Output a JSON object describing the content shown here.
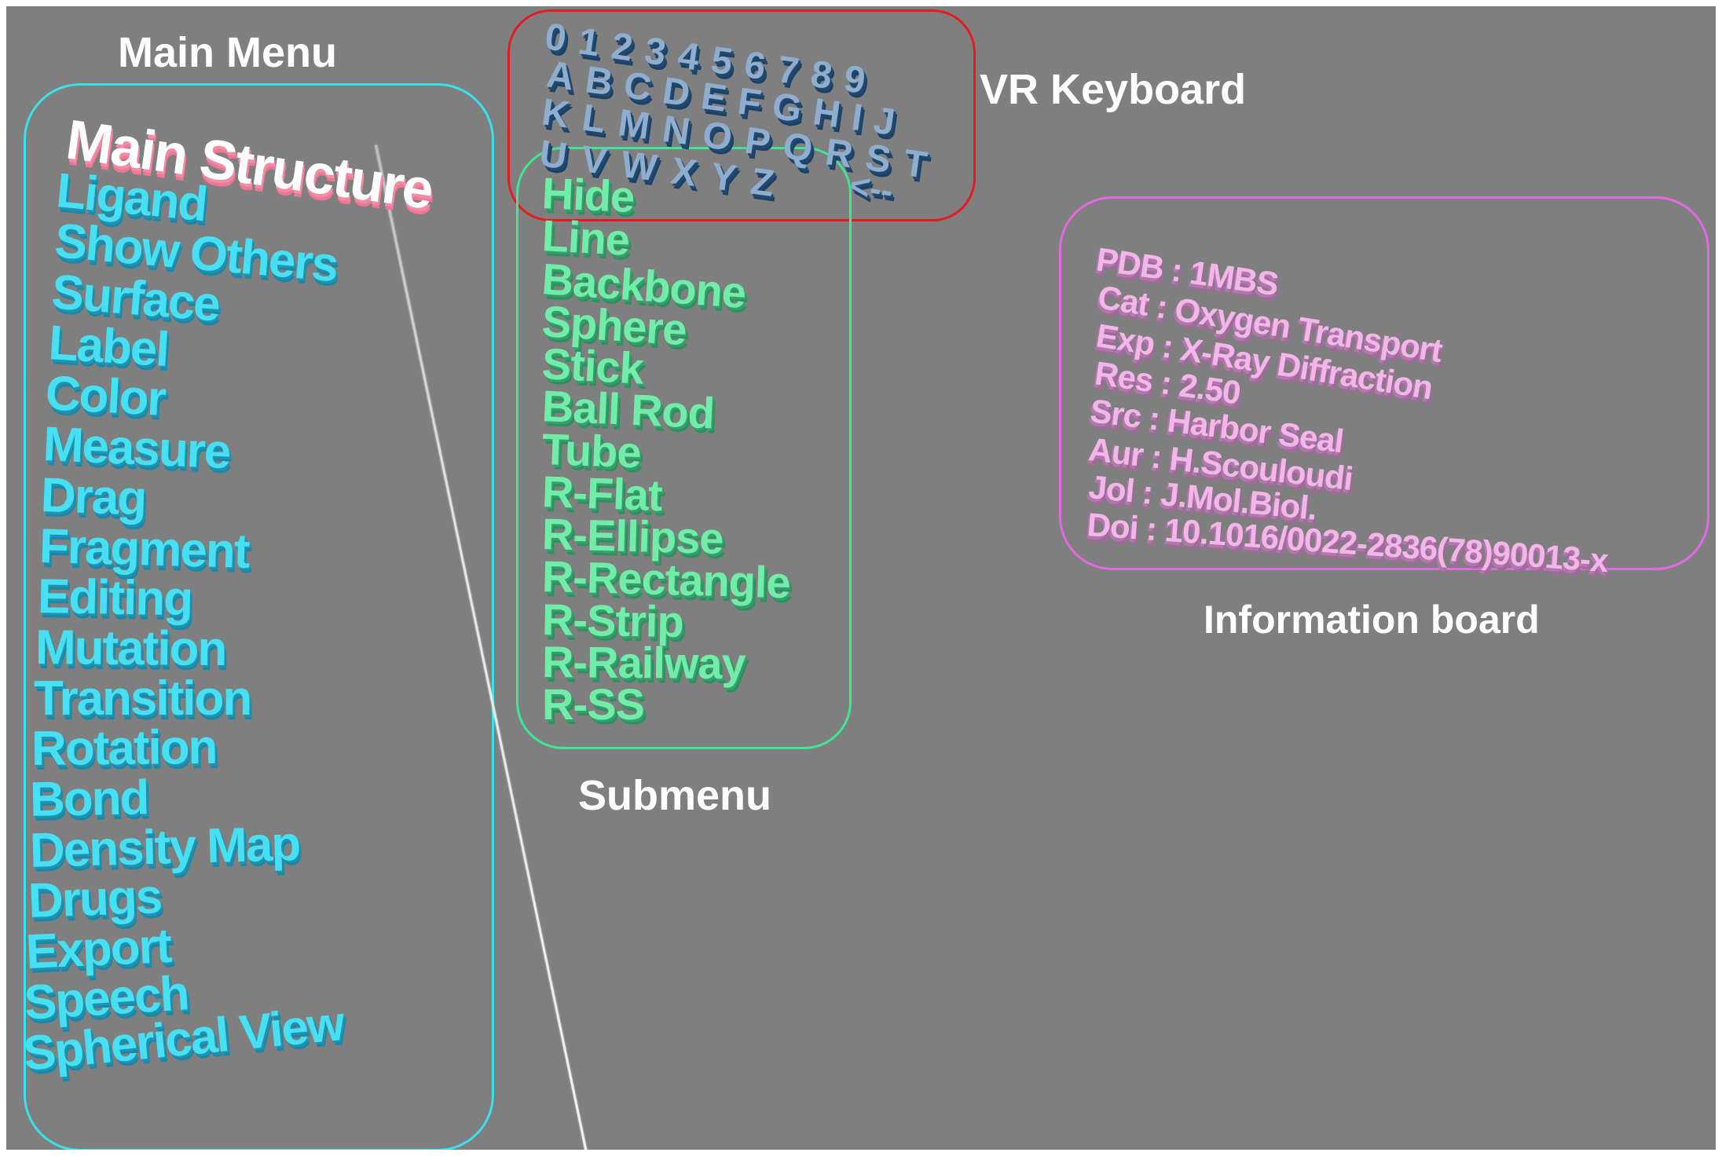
{
  "scene": {
    "background_color": "#7f7f7f",
    "frame_color": "#ffffff"
  },
  "main_menu": {
    "label": "Main Menu",
    "border_color": "#3ae1ea",
    "text_color": "#47dff2",
    "highlight_text_color": "#ffffff",
    "highlight_shadow_color": "#ef7794",
    "selected_item": "Main Structure",
    "items": [
      "Main Structure",
      "Ligand",
      "Show Others",
      "Surface",
      "Label",
      "Color",
      "Measure",
      "Drag",
      "Fragment",
      "Editing",
      "Mutation",
      "Transition",
      "Rotation",
      "Bond",
      "Density Map",
      "Drugs",
      "Export",
      "Speech",
      "Spherical View"
    ]
  },
  "keyboard": {
    "label": "VR Keyboard",
    "border_color": "#e41b1f",
    "key_color": "#8fadce",
    "rows": [
      "0123456789",
      "ABCDEFGHIJ",
      "KLMNOPQRST",
      "UVWXYZ"
    ],
    "backspace": "<--"
  },
  "submenu": {
    "label": "Submenu",
    "border_color": "#3fe593",
    "text_color": "#72eda9",
    "items": [
      "Hide",
      "Line",
      "Backbone",
      "Sphere",
      "Stick",
      "Ball Rod",
      "Tube",
      "R-Flat",
      "R-Ellipse",
      "R-Rectangle",
      "R-Strip",
      "R-Railway",
      "R-SS"
    ]
  },
  "info_board": {
    "label": "Information board",
    "border_color": "#e068e0",
    "text_color": "#f3b6e9",
    "lines": [
      "PDB : 1MBS",
      "Cat : Oxygen Transport",
      "Exp : X-Ray Diffraction",
      "Res : 2.50",
      "Src : Harbor Seal",
      "Aur : H.Scouloudi",
      "Jol : J.Mol.Biol.",
      "Doi : 10.1016/0022-2836(78)90013-x"
    ]
  }
}
